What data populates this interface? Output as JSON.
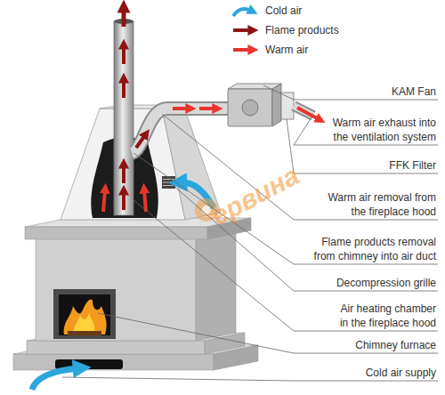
{
  "diagram": {
    "labels": [
      "KAM Fan",
      "Warm air exhaust into the ventilation system",
      "FFK Filter",
      "Warm air removal from the fireplace hood",
      "Flame products removal from chimney into air duct",
      "Decompression grille",
      "Air heating chamber in the fireplace hood",
      "Chimney furnace",
      "Cold air supply",
      "ервина"
    ],
    "legend": [
      {
        "text": "Cold air"
      },
      {
        "text": "Flame products"
      },
      {
        "text": "Warm air"
      }
    ]
  }
}
